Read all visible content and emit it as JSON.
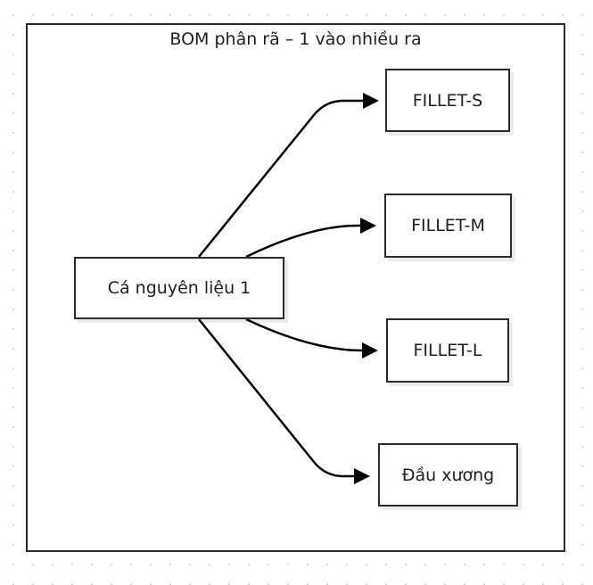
{
  "diagram": {
    "title": "BOM phân rã – 1 vào nhiều ra",
    "source": {
      "label": "Cá nguyên liệu 1"
    },
    "targets": [
      {
        "label": "FILLET-S"
      },
      {
        "label": "FILLET-M"
      },
      {
        "label": "FILLET-L"
      },
      {
        "label": "Đầu xương"
      }
    ]
  }
}
